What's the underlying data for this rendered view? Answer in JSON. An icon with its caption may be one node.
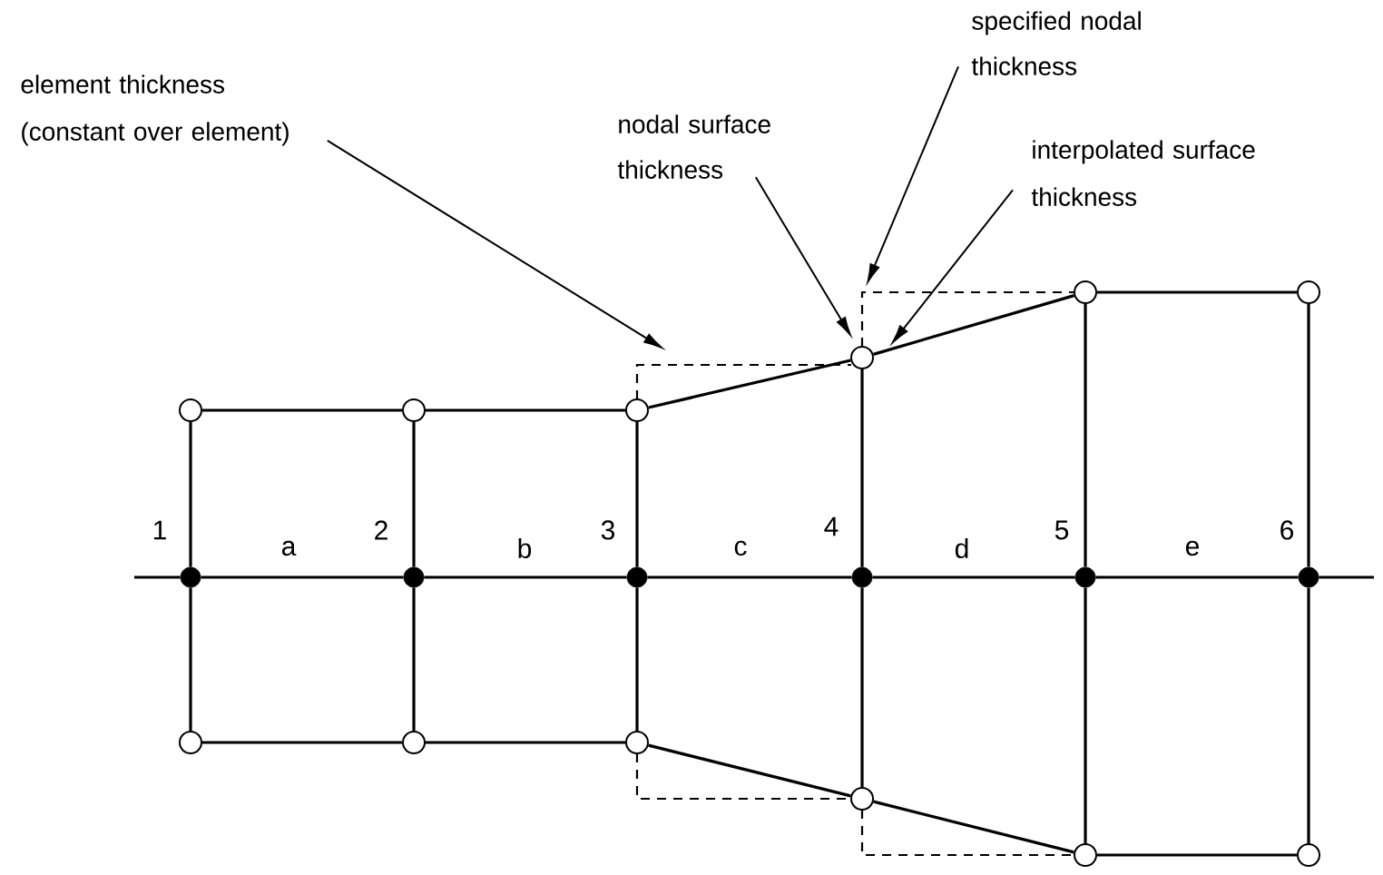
{
  "diagram": {
    "nodes": [
      {
        "text": [
          "element thickness (constant over element)"
        ]
      },
      {
        "text": [
          "nodal surface thickness"
        ]
      },
      {
        "text": [
          "specified nodal thickness"
        ]
      },
      {
        "text": [
          "interpolated surface thickness"
        ]
      },
      {
        "text": [],
        "shape": "circle"
      },
      {
        "text": [],
        "shape": "circle"
      },
      {
        "text": [],
        "shape": "circle"
      },
      {
        "text": [],
        "shape": "circle"
      },
      {
        "text": [],
        "shape": "circle"
      },
      {
        "text": [],
        "shape": "circle"
      },
      {
        "text": [],
        "shape": "circle"
      },
      {
        "text": [],
        "shape": "circle"
      },
      {
        "text": [],
        "shape": "circle"
      },
      {
        "text": [],
        "shape": "circle"
      },
      {
        "text": [],
        "shape": "circle"
      },
      {
        "text": [],
        "shape": "circle"
      },
      {
        "text": [],
        "shape": "dot"
      },
      {
        "text": [],
        "shape": "dot"
      },
      {
        "text": [],
        "shape": "dot"
      },
      {
        "text": [],
        "shape": "dot"
      },
      {
        "text": [],
        "shape": "dot"
      },
      {
        "text": [],
        "shape": "dot"
      }
    ],
    "edges": [
      {
        "from": 0,
        "to": null,
        "arrow": "to"
      },
      {
        "from": 1,
        "to": 7,
        "arrow": "to"
      },
      {
        "from": 2,
        "to": null,
        "arrow": "to"
      },
      {
        "from": 3,
        "to": null,
        "arrow": "to"
      },
      {
        "from": 4,
        "to": 5,
        "arrow": "none"
      },
      {
        "from": 5,
        "to": 6,
        "arrow": "none"
      },
      {
        "from": 6,
        "to": 7,
        "arrow": "none"
      },
      {
        "from": 7,
        "to": 8,
        "arrow": "none"
      },
      {
        "from": 8,
        "to": 9,
        "arrow": "none"
      },
      {
        "from": 10,
        "to": 11,
        "arrow": "none"
      },
      {
        "from": 11,
        "to": 12,
        "arrow": "none"
      },
      {
        "from": 12,
        "to": 13,
        "arrow": "none"
      },
      {
        "from": 13,
        "to": 14,
        "arrow": "none"
      },
      {
        "from": 14,
        "to": 15,
        "arrow": "none"
      },
      {
        "from": 4,
        "to": 16,
        "arrow": "none"
      },
      {
        "from": 5,
        "to": 17,
        "arrow": "none"
      },
      {
        "from": 6,
        "to": 18,
        "arrow": "none"
      },
      {
        "from": 7,
        "to": 19,
        "arrow": "none"
      },
      {
        "from": 8,
        "to": 20,
        "arrow": "none"
      },
      {
        "from": 9,
        "to": 21,
        "arrow": "none"
      },
      {
        "from": 16,
        "to": 10,
        "arrow": "none"
      },
      {
        "from": 17,
        "to": 11,
        "arrow": "none"
      },
      {
        "from": 18,
        "to": 12,
        "arrow": "none"
      },
      {
        "from": 19,
        "to": 13,
        "arrow": "none"
      },
      {
        "from": 20,
        "to": 14,
        "arrow": "none"
      },
      {
        "from": 21,
        "to": 15,
        "arrow": "none"
      },
      {
        "from": null,
        "to": 16,
        "arrow": "none"
      },
      {
        "from": 16,
        "to": 17,
        "arrow": "none"
      },
      {
        "from": 17,
        "to": 18,
        "arrow": "none"
      },
      {
        "from": 18,
        "to": 19,
        "arrow": "none"
      },
      {
        "from": 19,
        "to": 20,
        "arrow": "none"
      },
      {
        "from": 20,
        "to": 21,
        "arrow": "none"
      },
      {
        "from": 21,
        "to": null,
        "arrow": "none"
      }
    ],
    "labels": [
      "1",
      "a",
      "2",
      "b",
      "3",
      "c",
      "4",
      "d",
      "5",
      "e",
      "6"
    ]
  }
}
